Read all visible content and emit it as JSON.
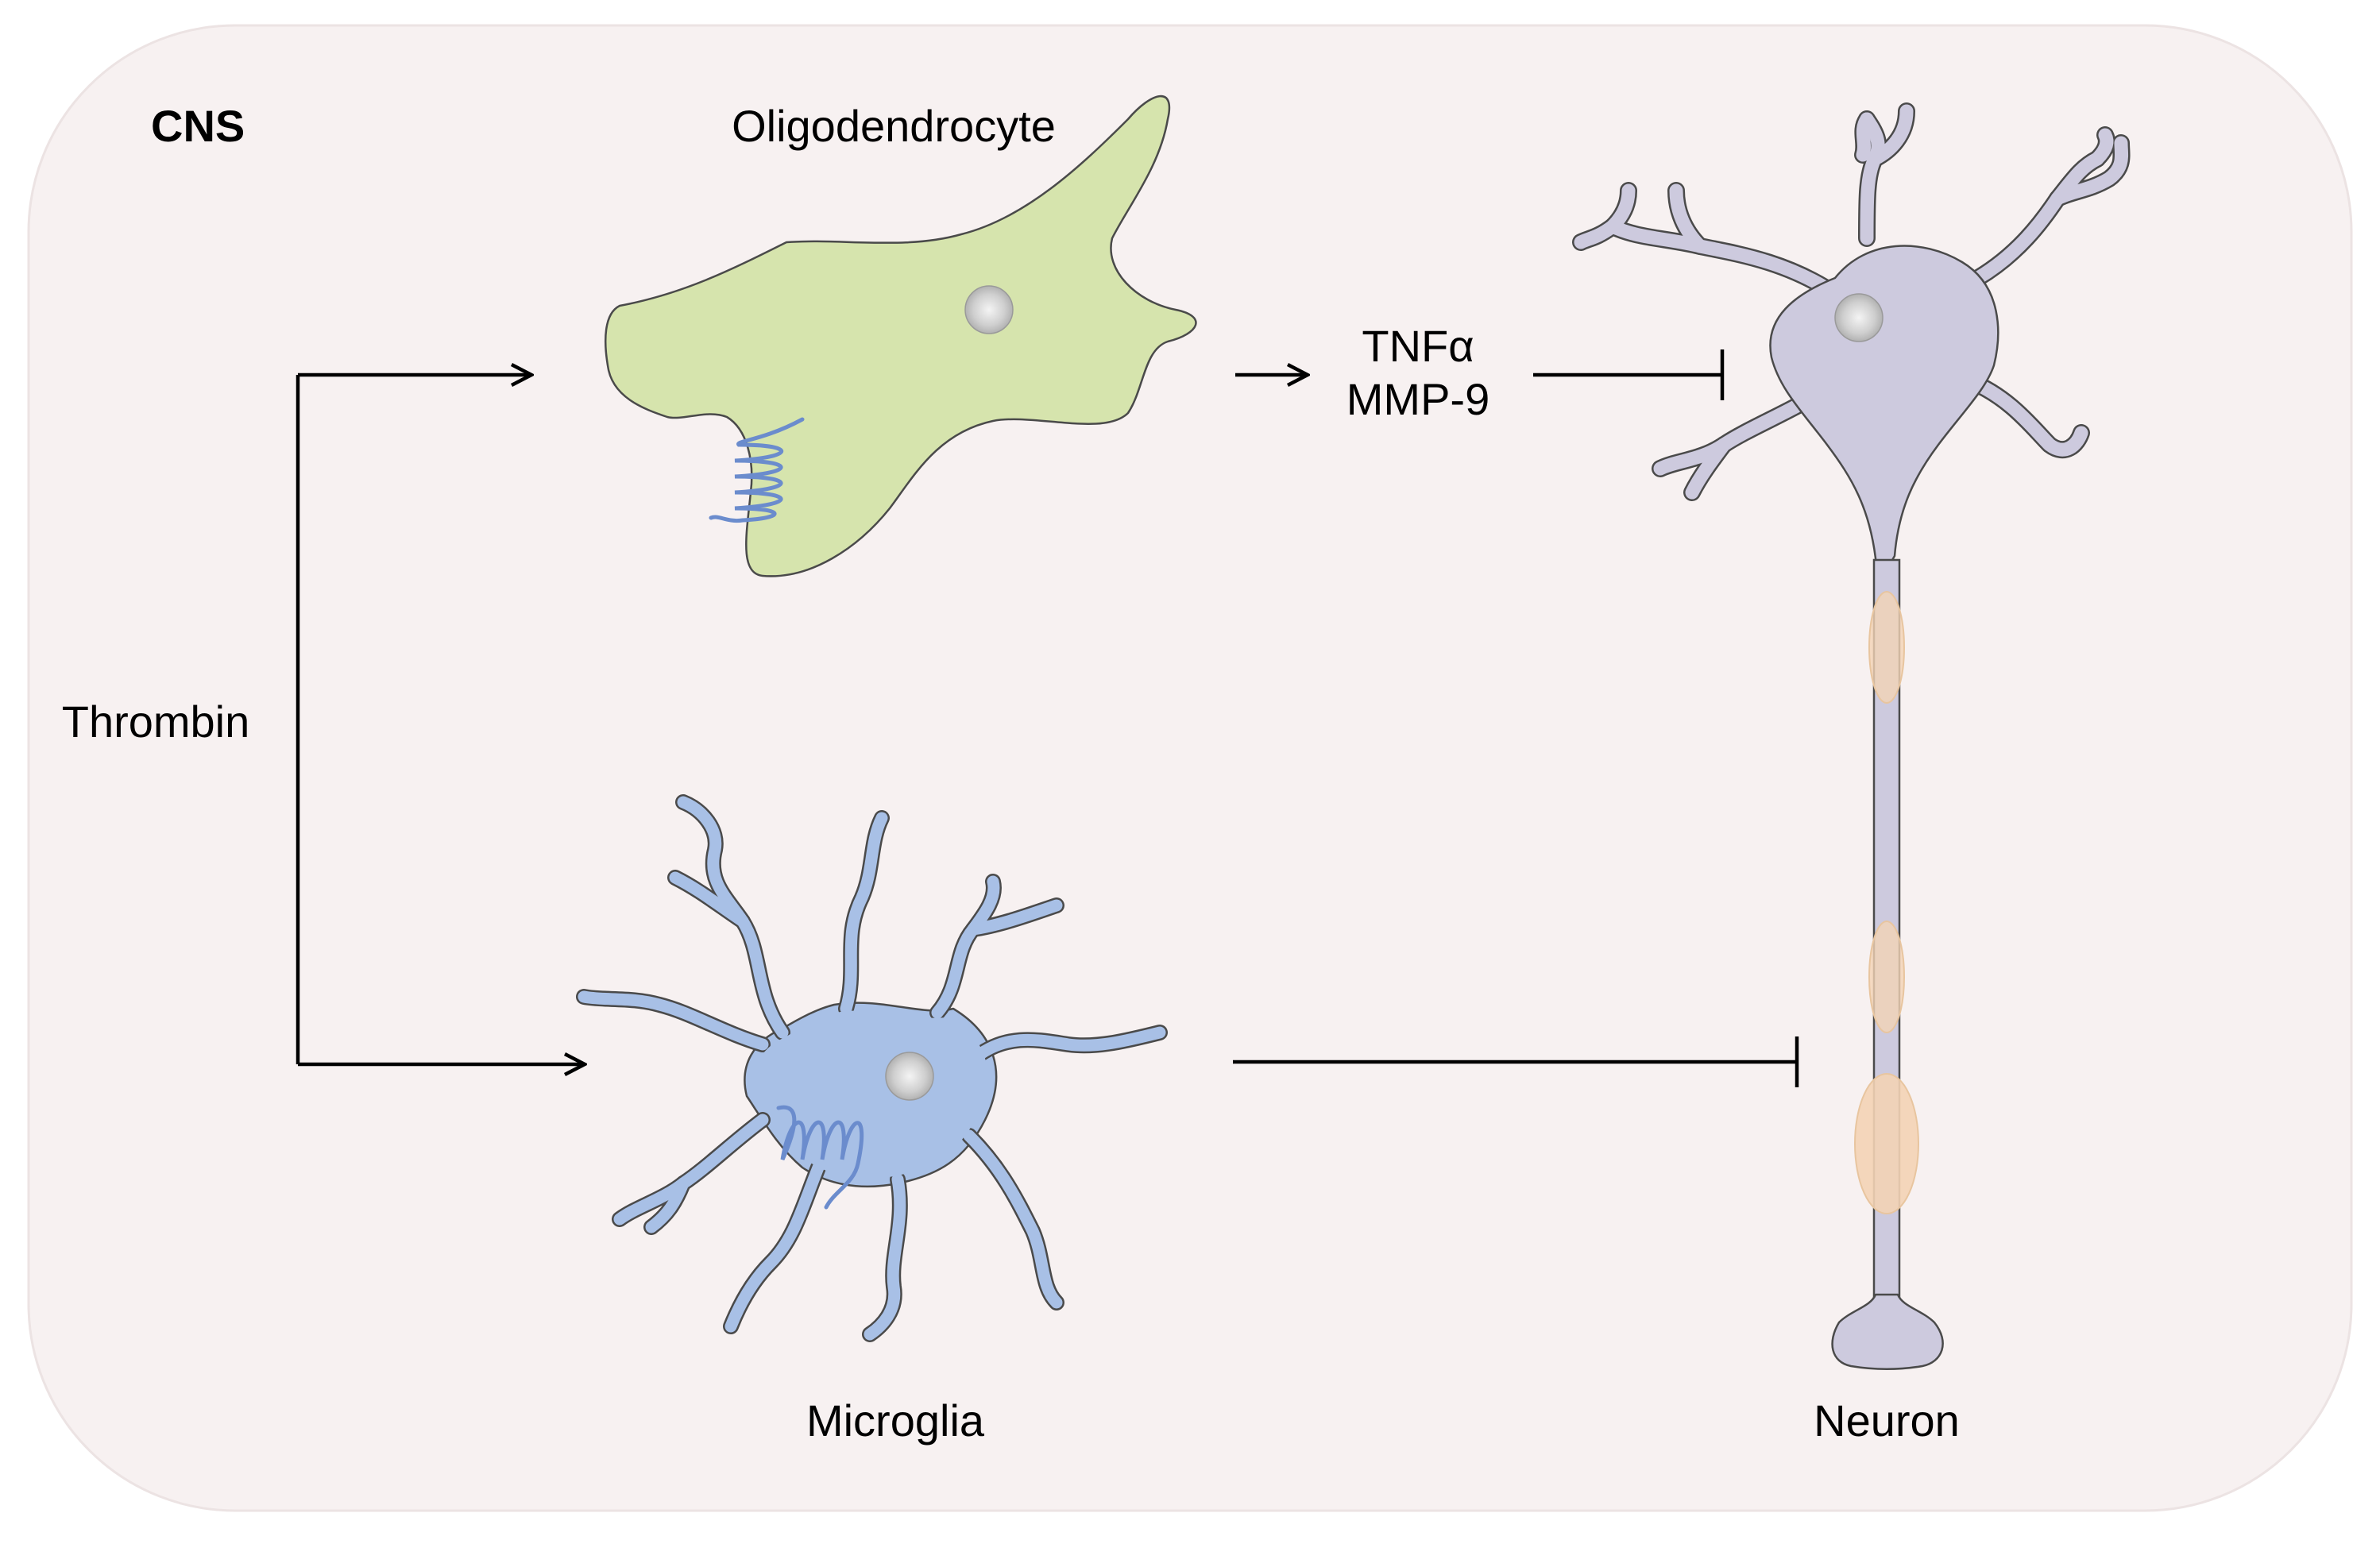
{
  "region": {
    "label": "CNS"
  },
  "stimulus": {
    "label": "Thrombin"
  },
  "cells": {
    "oligodendrocyte": {
      "label": "Oligodendrocyte"
    },
    "microglia": {
      "label": "Microglia"
    },
    "neuron": {
      "label": "Neuron"
    }
  },
  "mediators": {
    "line1": "TNFα",
    "line2": "MMP-9"
  },
  "colors": {
    "background": "#f7f1f1",
    "border": "#ece3e3",
    "oligodendrocyte": "#d6e4ad",
    "microglia": "#a8c0e6",
    "neuron": "#cdcade",
    "myelin": "#f3d3b5",
    "receptor": "#6b8ccd",
    "nucleus": "#cfcfcf"
  }
}
